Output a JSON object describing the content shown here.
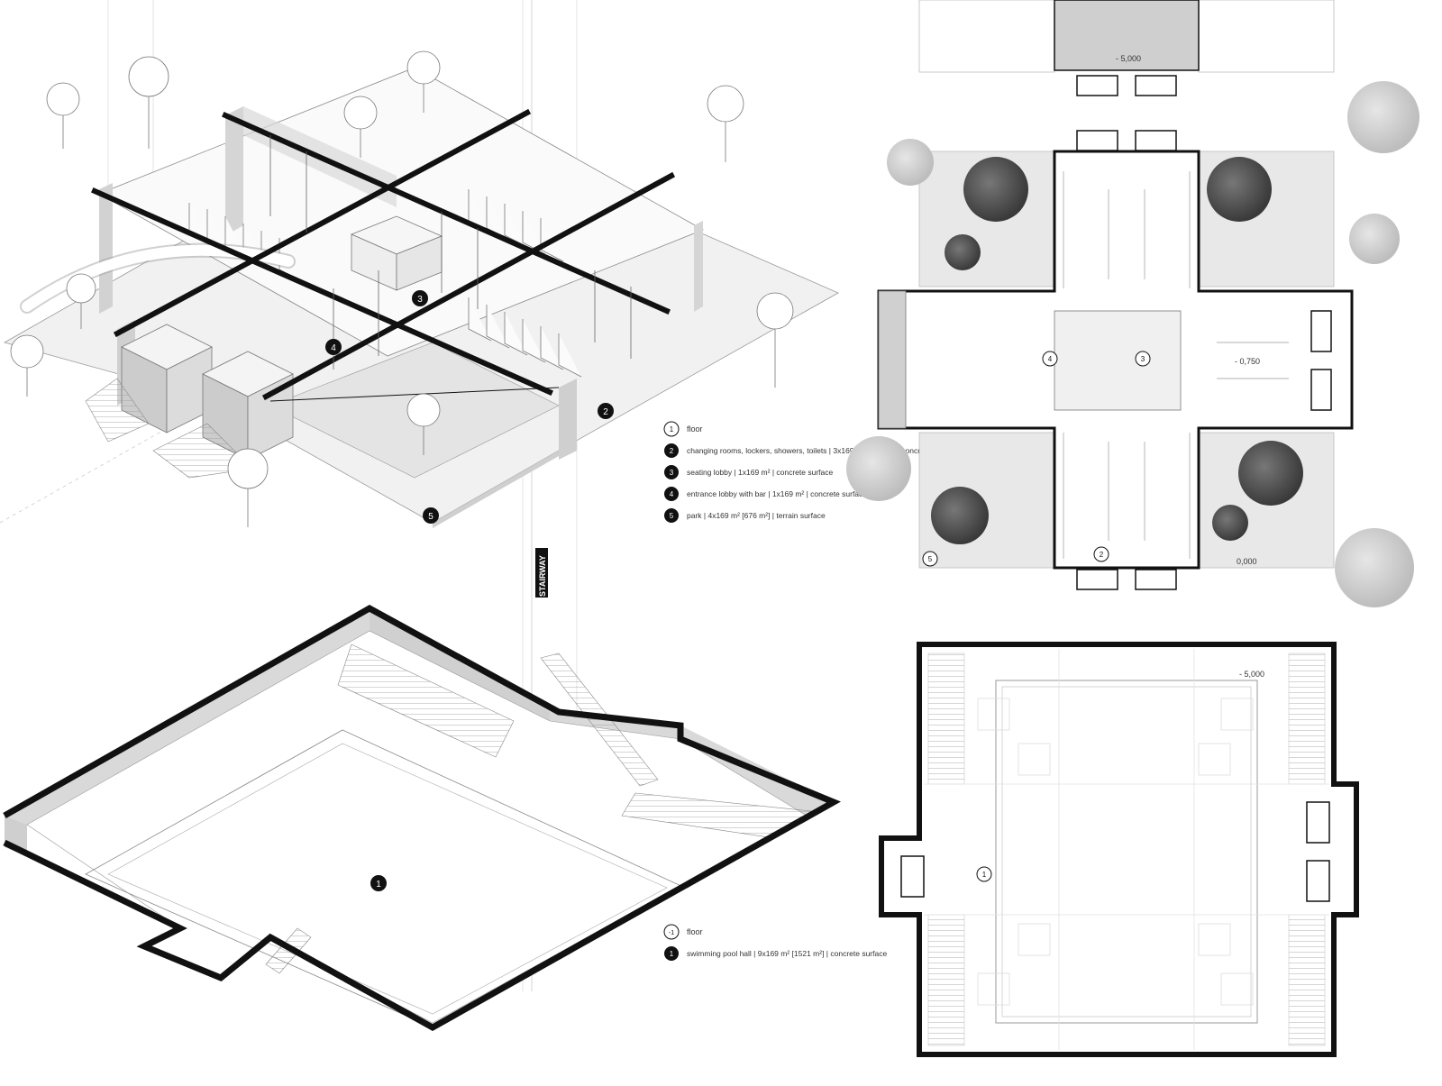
{
  "legend_upper": {
    "floor_symbol": "1",
    "floor_label": "floor",
    "items": [
      {
        "num": "2",
        "text": "changing rooms, lockers, showers, toilets | 3x169 m² [507 m²] | concrete surface"
      },
      {
        "num": "3",
        "text": "seating lobby | 1x169 m² | concrete surface"
      },
      {
        "num": "4",
        "text": "entrance lobby with bar | 1x169 m² | concrete surface"
      },
      {
        "num": "5",
        "text": "park | 4x169 m² [676 m²] | terrain surface"
      }
    ]
  },
  "legend_lower": {
    "floor_symbol": "-1",
    "floor_label": "floor",
    "items": [
      {
        "num": "1",
        "text": "swimming pool hall | 9x169 m² [1521 m²] | concrete surface"
      }
    ]
  },
  "stairway_label": "STAIRWAY",
  "axo_upper_markers": [
    "2",
    "3",
    "4",
    "5"
  ],
  "axo_lower_marker": "1",
  "plan_upper": {
    "level_top": "- 5,000",
    "level_right": "- 0,750",
    "level_ground": "0,000",
    "markers": [
      "2",
      "3",
      "4",
      "5"
    ]
  },
  "plan_lower": {
    "level": "- 5,000",
    "marker": "1"
  },
  "colors": {
    "ink": "#111111",
    "concrete": "#dcdcdc",
    "tree_dark": "#555555",
    "tree_light": "#c8c8c8"
  }
}
